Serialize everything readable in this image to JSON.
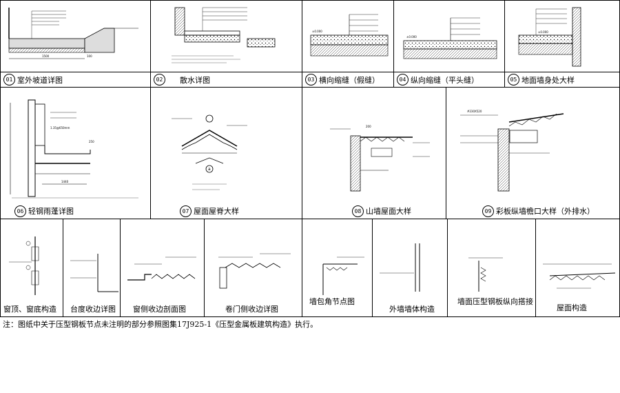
{
  "details_row1": [
    {
      "num": "01",
      "title": "室外坡道详图"
    },
    {
      "num": "02",
      "title": "散水详图"
    },
    {
      "num": "03",
      "title": "横向缩缝（假缝）"
    },
    {
      "num": "04",
      "title": "纵向缩缝（平头缝）"
    },
    {
      "num": "05",
      "title": "地面墙身处大样"
    }
  ],
  "details_row2": [
    {
      "num": "06",
      "title": "轻钢雨蓬详图"
    },
    {
      "num": "07",
      "title": "屋面屋脊大样"
    },
    {
      "num": "08",
      "title": "山墙屋面大样"
    },
    {
      "num": "09",
      "title": "彩板纵墙檐口大样（外排水）"
    }
  ],
  "details_row3": [
    {
      "title": "窗顶、窗底构造"
    },
    {
      "title": "台度收边详图"
    },
    {
      "title": "窗侧收边剖面图"
    },
    {
      "title": "卷门侧收边详图"
    },
    {
      "title": "墙包角节点图"
    },
    {
      "title": "外墙墙体构造"
    },
    {
      "title": "墙面压型钢板纵向搭接"
    },
    {
      "title": "屋面构造"
    }
  ],
  "dims": {
    "d01_a": "1500",
    "d01_b": "100",
    "d03_level": "±0.000",
    "d04_level": "±0.000",
    "d05_level": "±0.000",
    "d06_a": "1440",
    "d06_b": "1.35@650mm",
    "d06_c": "250",
    "d07_marker": "a",
    "d08_a": "200",
    "d09_a": "#230X520"
  },
  "footnote": "注：图纸中关于压型钢板节点未注明的部分参照图集17J925-1《压型金属板建筑构造》执行。"
}
